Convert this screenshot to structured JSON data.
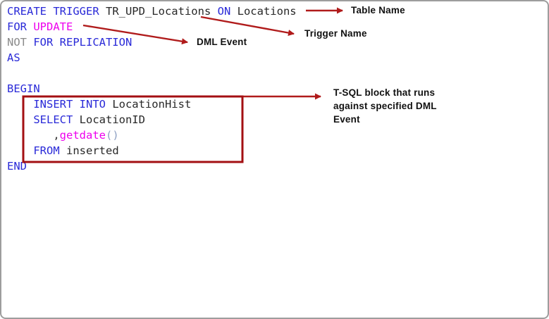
{
  "colors": {
    "annotation_red": "#b01b1b",
    "box_red": "#a30f12",
    "keyword": "#2a2ad8",
    "identifier": "#282828",
    "system_function": "#ee00ee",
    "gray_keyword": "#8a8a8a",
    "paren": "#90a2c4",
    "punct": "#333333",
    "label_text": "#111111",
    "frame_border": "#9d9d9d"
  },
  "code": {
    "language": "T-SQL",
    "lines": [
      {
        "tokens": [
          {
            "t": "CREATE TRIGGER ",
            "c": "keyword"
          },
          {
            "t": "TR_UPD_Locations ",
            "c": "identifier"
          },
          {
            "t": "ON ",
            "c": "keyword"
          },
          {
            "t": "Locations",
            "c": "identifier"
          }
        ]
      },
      {
        "tokens": [
          {
            "t": "FOR ",
            "c": "keyword"
          },
          {
            "t": "UPDATE",
            "c": "system_function"
          }
        ]
      },
      {
        "tokens": [
          {
            "t": "NOT ",
            "c": "gray_keyword"
          },
          {
            "t": "FOR REPLICATION",
            "c": "keyword"
          }
        ]
      },
      {
        "tokens": [
          {
            "t": "AS",
            "c": "keyword"
          }
        ]
      },
      {
        "tokens": []
      },
      {
        "tokens": [
          {
            "t": "BEGIN",
            "c": "keyword"
          }
        ]
      },
      {
        "tokens": [
          {
            "t": "    ",
            "c": "identifier"
          },
          {
            "t": "INSERT INTO ",
            "c": "keyword"
          },
          {
            "t": "LocationHist",
            "c": "identifier"
          }
        ]
      },
      {
        "tokens": [
          {
            "t": "    ",
            "c": "identifier"
          },
          {
            "t": "SELECT ",
            "c": "keyword"
          },
          {
            "t": "LocationID",
            "c": "identifier"
          }
        ]
      },
      {
        "tokens": [
          {
            "t": "       ",
            "c": "identifier"
          },
          {
            "t": ",",
            "c": "punct"
          },
          {
            "t": "getdate",
            "c": "system_function"
          },
          {
            "t": "()",
            "c": "paren"
          }
        ]
      },
      {
        "tokens": [
          {
            "t": "    ",
            "c": "identifier"
          },
          {
            "t": "FROM ",
            "c": "keyword"
          },
          {
            "t": "inserted",
            "c": "identifier"
          }
        ]
      },
      {
        "tokens": [
          {
            "t": "END",
            "c": "keyword"
          }
        ]
      }
    ]
  },
  "annotations": {
    "table_name_label": "Table Name",
    "trigger_name_label": "Trigger Name",
    "dml_event_label": "DML Event",
    "tsql_block_lines": [
      "T-SQL block that runs",
      "against specified DML",
      "Event"
    ]
  }
}
